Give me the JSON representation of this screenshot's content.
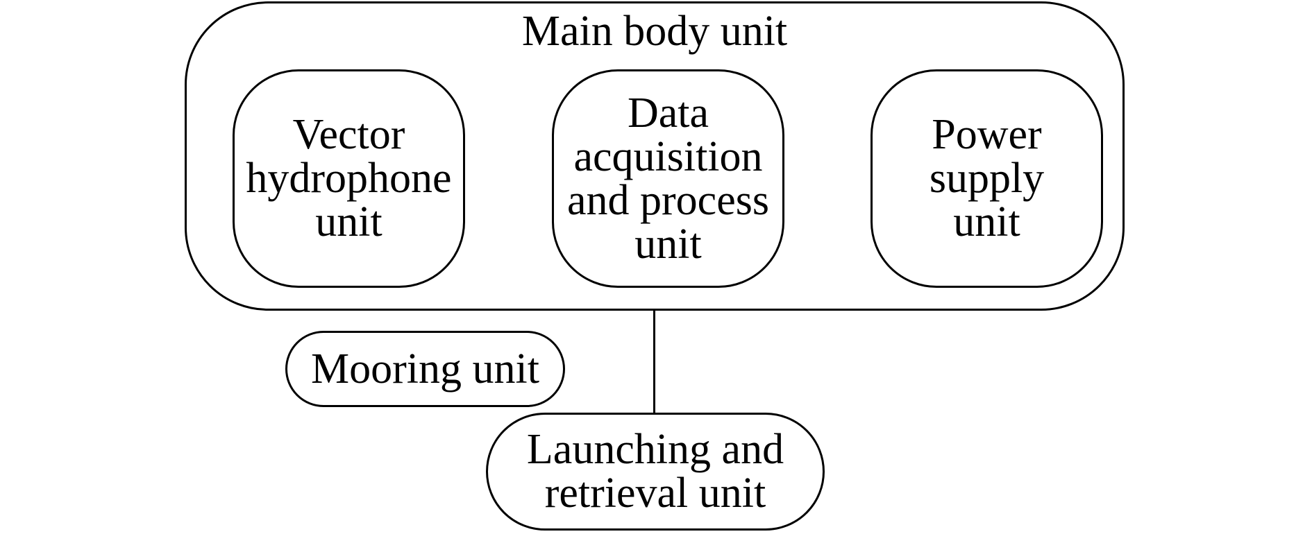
{
  "main_body": {
    "title": "Main body unit"
  },
  "units": {
    "vector_hydrophone": {
      "lines": [
        "Vector",
        "hydrophone",
        "unit"
      ]
    },
    "data_acquisition": {
      "lines": [
        "Data",
        "acquisition",
        "and process",
        "unit"
      ]
    },
    "power_supply": {
      "lines": [
        "Power",
        "supply",
        "unit"
      ]
    }
  },
  "mooring": {
    "label": "Mooring unit"
  },
  "launching": {
    "lines": [
      "Launching and",
      "retrieval unit"
    ]
  }
}
